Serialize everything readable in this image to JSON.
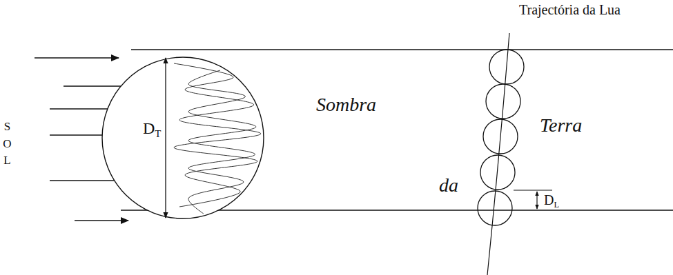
{
  "diagram": {
    "nodes": [
      {
        "text": [
          "DT"
        ]
      }
    ],
    "labels": [
      "Trajectória da Lua",
      "SOL",
      "Sombra",
      "da",
      "Terra",
      "DL"
    ]
  }
}
